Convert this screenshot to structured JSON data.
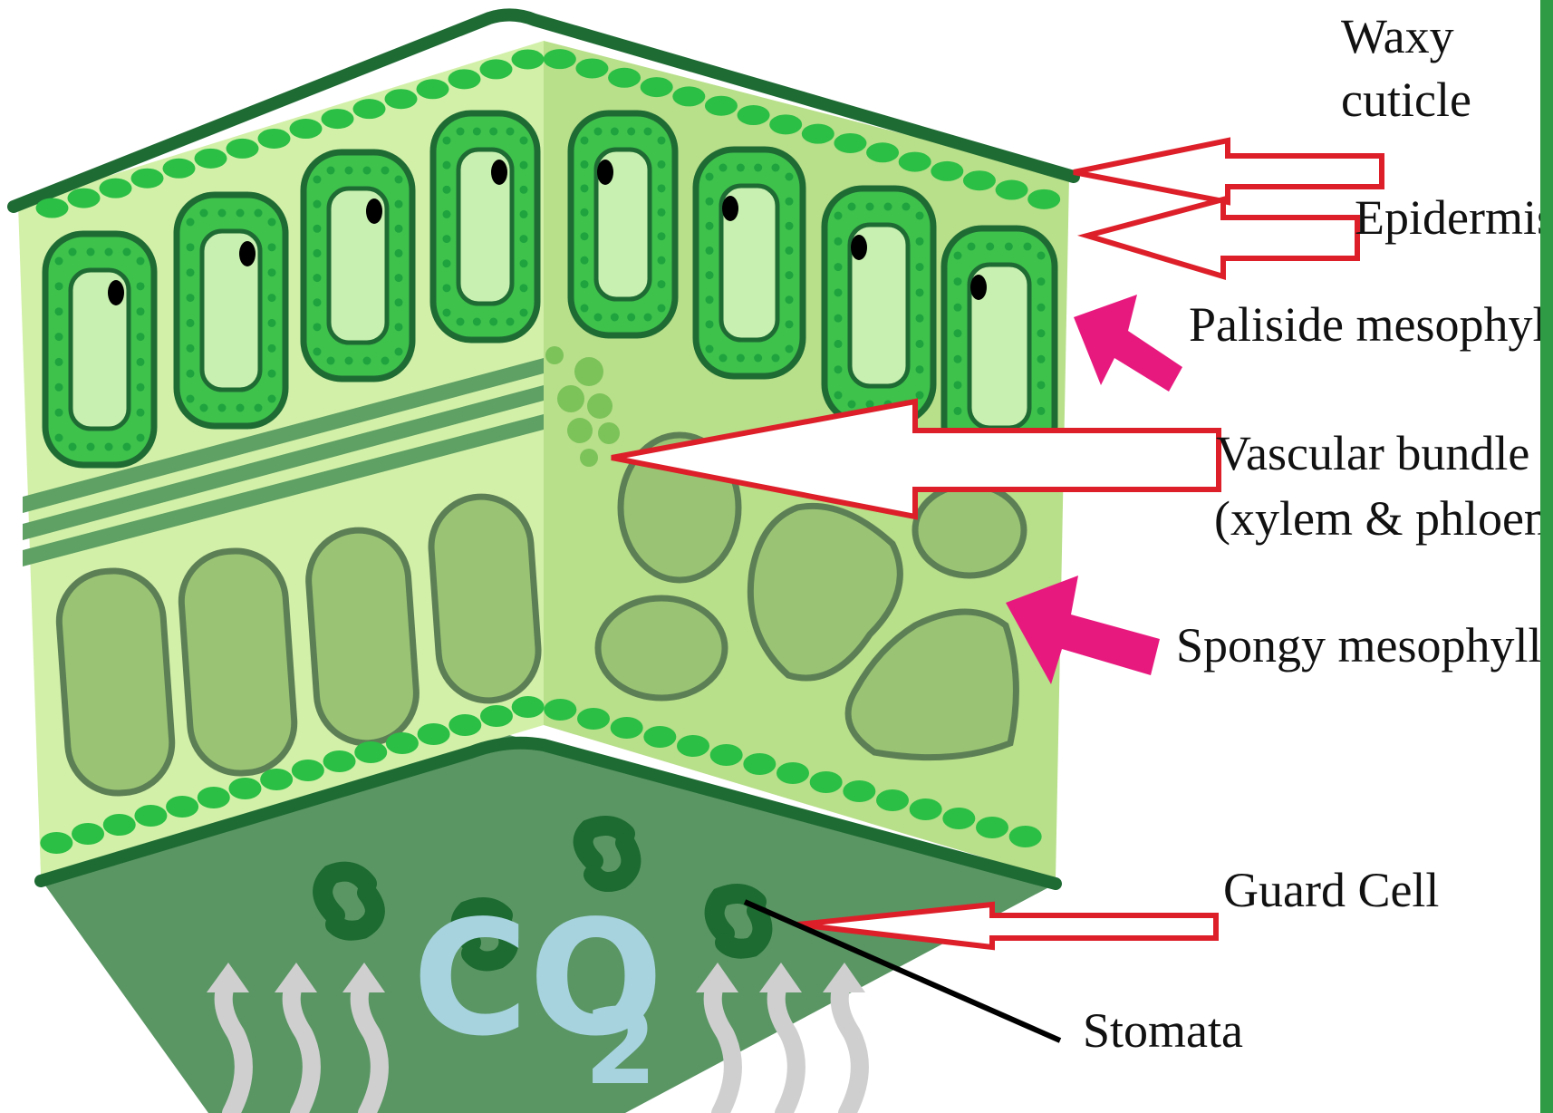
{
  "labels": {
    "waxy_cuticle": [
      "Waxy",
      "cuticle"
    ],
    "epidermis": "Epidermis",
    "palisade": "Paliside mesophyll",
    "vascular": [
      "Vascular bundle",
      "(xylem & phloem)"
    ],
    "spongy": "Spongy mesophyll",
    "guard_cell": "Guard Cell",
    "stomata": "Stomata"
  },
  "gas": {
    "symbol": "CO",
    "subscript": "2"
  },
  "colors": {
    "cuticle": "#1f6b34",
    "tissue_light": "#d2f0a8",
    "tissue_front": "#c6ea98",
    "tissue_side": "#b4dc86",
    "palisade_outer": "#3ec24c",
    "palisade_inner": "#c8f0b0",
    "chloroplast": "#1ea33e",
    "spongy_cell": "#9ac474",
    "underside": "#5a9664",
    "guard_cell": "#1d6b30",
    "co2": "#a7d3df",
    "arrow_outline": "#dd1f2a",
    "arrow_magenta": "#e8197e"
  }
}
